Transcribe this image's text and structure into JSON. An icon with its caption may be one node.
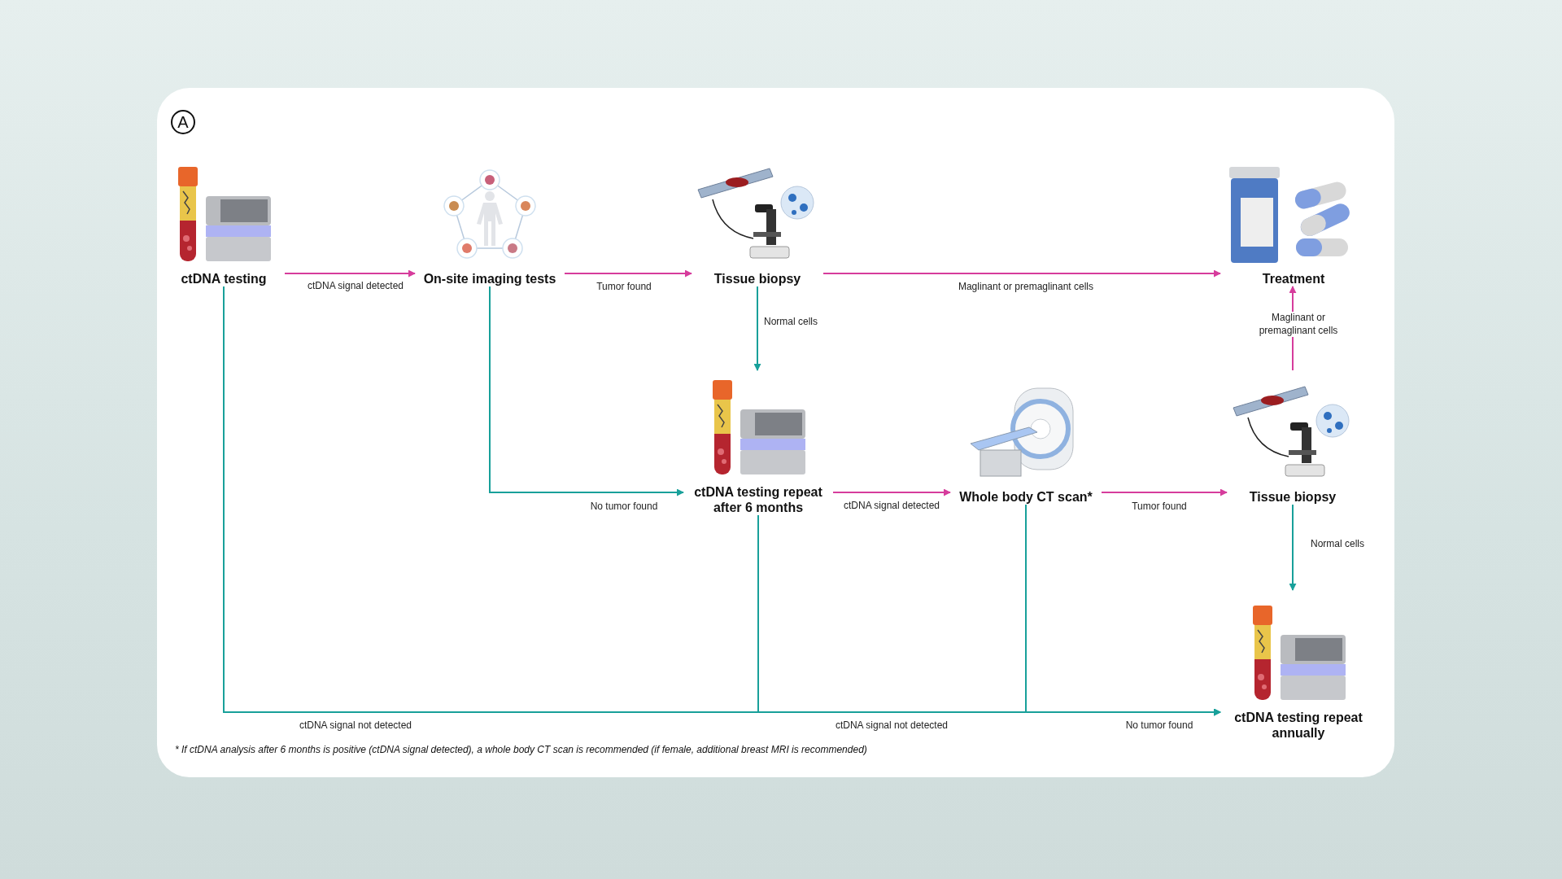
{
  "diagram": {
    "nodes": [
      {
        "text": [
          "ctDNA testing"
        ]
      },
      {
        "text": [
          "On-site imaging tests"
        ]
      },
      {
        "text": [
          "Tissue biopsy"
        ]
      },
      {
        "text": [
          "Treatment"
        ]
      },
      {
        "text": [
          "ctDNA testing repeat after 6 months"
        ]
      },
      {
        "text": [
          "Whole body CT scan*"
        ]
      },
      {
        "text": [
          "Tissue biopsy"
        ]
      },
      {
        "text": [
          "ctDNA testing repeat annually"
        ]
      }
    ],
    "edges": [
      {
        "from": 0,
        "to": 1,
        "arrow": "to",
        "label": "ctDNA signal detected",
        "color": "#d63c9c"
      },
      {
        "from": 1,
        "to": 2,
        "arrow": "to",
        "label": "Tumor found",
        "color": "#d63c9c"
      },
      {
        "from": 2,
        "to": 3,
        "arrow": "to",
        "label": "Maglinant or premaglinant cells",
        "color": "#d63c9c"
      },
      {
        "from": 2,
        "to": 4,
        "arrow": "to",
        "label": "Normal cells",
        "color": "#18a09a"
      },
      {
        "from": 1,
        "to": 4,
        "arrow": "to",
        "label": "No tumor found",
        "color": "#18a09a"
      },
      {
        "from": 4,
        "to": 5,
        "arrow": "to",
        "label": "ctDNA signal detected",
        "color": "#d63c9c"
      },
      {
        "from": 5,
        "to": 6,
        "arrow": "to",
        "label": "Tumor found",
        "color": "#d63c9c"
      },
      {
        "from": 6,
        "to": 3,
        "arrow": "to",
        "label": "Maglinant or premaglinant cells",
        "color": "#d63c9c"
      },
      {
        "from": 6,
        "to": 7,
        "arrow": "to",
        "label": "Normal cells",
        "color": "#18a09a"
      },
      {
        "from": 0,
        "to": 7,
        "arrow": "to",
        "label": "ctDNA signal not detected",
        "color": "#18a09a"
      },
      {
        "from": 4,
        "to": 7,
        "arrow": "to",
        "label": "ctDNA signal not detected",
        "color": "#18a09a"
      },
      {
        "from": 5,
        "to": 7,
        "arrow": "to",
        "label": "No tumor found",
        "color": "#18a09a"
      }
    ],
    "labels": [
      "A",
      "* If ctDNA analysis after 6 months is positive (ctDNA signal detected), a whole body CT scan is recommended (if female, additional breast MRI is recommended)"
    ]
  }
}
